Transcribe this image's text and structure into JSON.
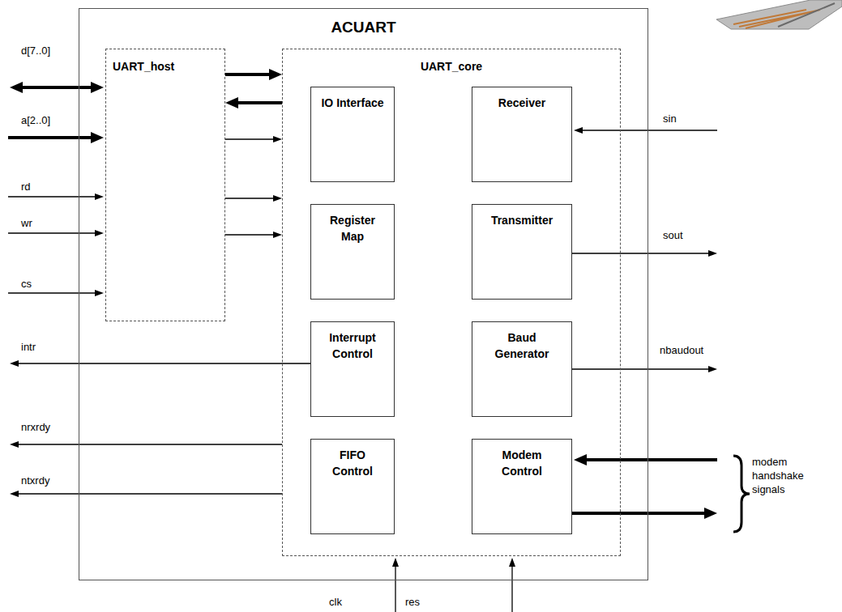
{
  "diagram": {
    "nodes": [
      {
        "text": [
          "ACUART"
        ]
      },
      {
        "text": [
          "UART_host"
        ],
        "in": 0
      },
      {
        "text": [
          "UART_core"
        ],
        "in": 0
      },
      {
        "text": [
          "IO Interface"
        ],
        "in": 2
      },
      {
        "text": [
          "Receiver"
        ],
        "in": 2
      },
      {
        "text": [
          "Register Map"
        ],
        "in": 2
      },
      {
        "text": [
          "Transmitter"
        ],
        "in": 2
      },
      {
        "text": [
          "Interrupt Control"
        ],
        "in": 2
      },
      {
        "text": [
          "Baud Generator"
        ],
        "in": 2
      },
      {
        "text": [
          "FIFO Control"
        ],
        "in": 2
      },
      {
        "text": [
          "Modem Control"
        ],
        "in": 2
      }
    ],
    "edges": [
      {
        "from": 1,
        "to": 2,
        "arrow": "to"
      },
      {
        "from": 2,
        "to": 1,
        "arrow": "to"
      },
      {
        "from": 1,
        "to": 2,
        "arrow": "to"
      },
      {
        "from": 1,
        "to": 2,
        "arrow": "to"
      },
      {
        "from": 1,
        "to": 2,
        "arrow": "to"
      }
    ],
    "labels": [
      "d[7..0]",
      "a[2..0]",
      "rd",
      "wr",
      "cs",
      "intr",
      "nrxrdy",
      "ntxrdy",
      "sin",
      "sout",
      "nbaudout",
      "modem handshake signals",
      "clk",
      "res"
    ]
  }
}
